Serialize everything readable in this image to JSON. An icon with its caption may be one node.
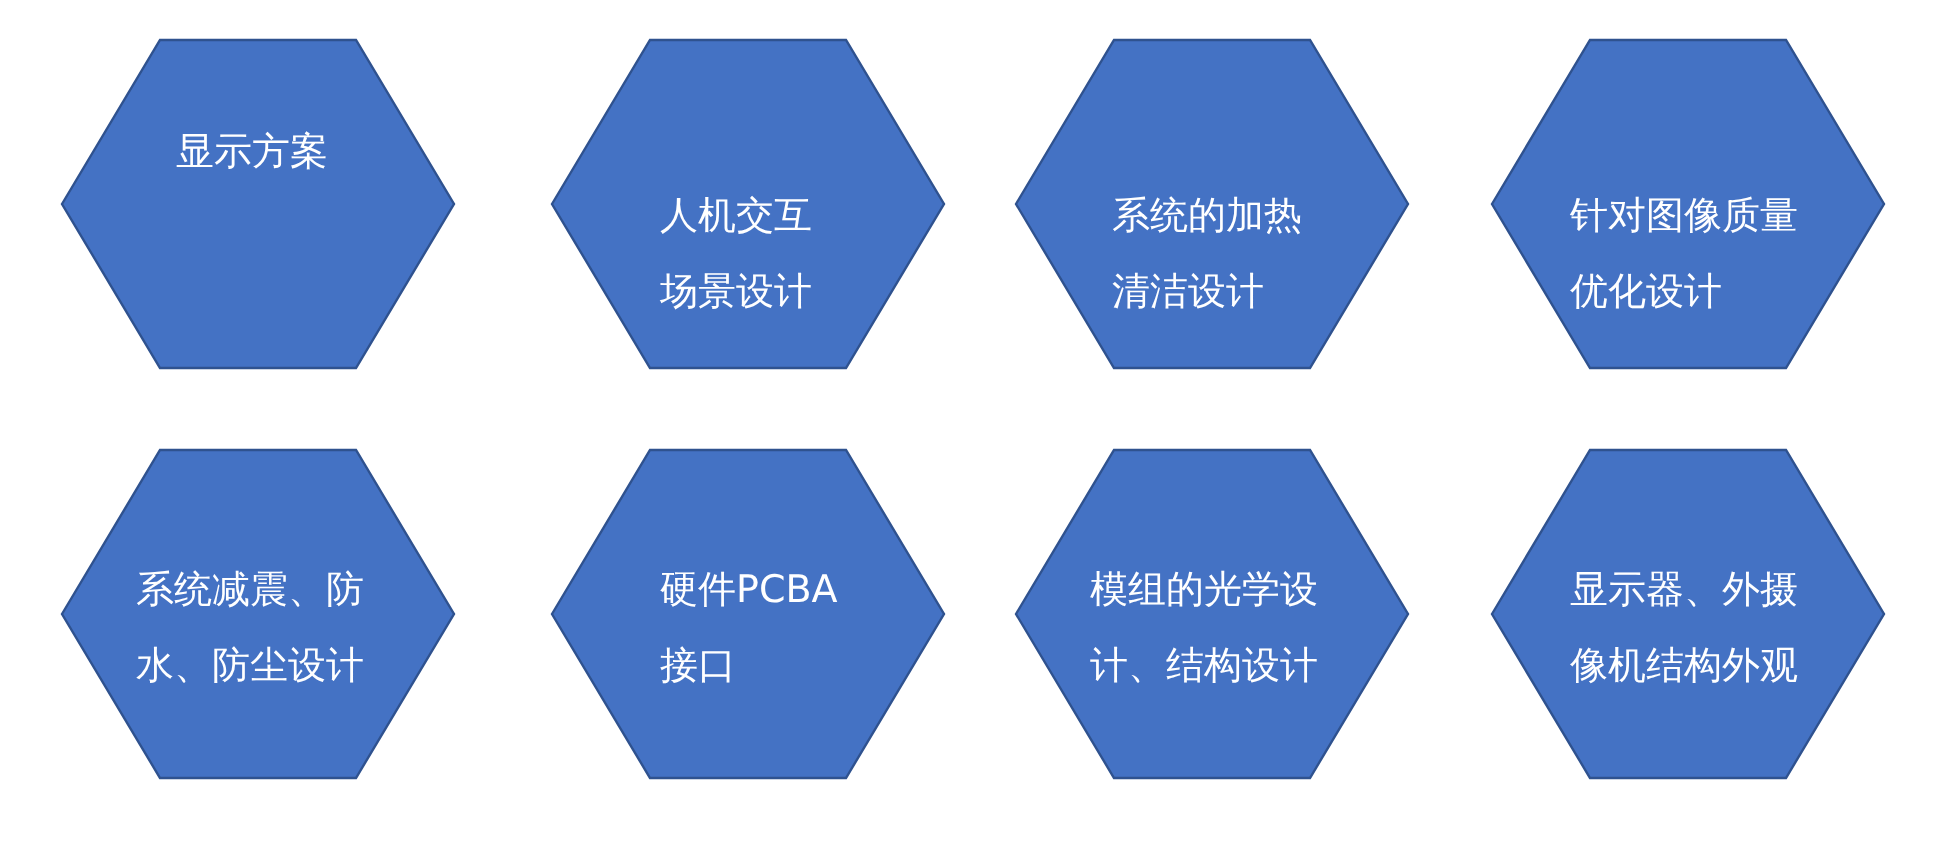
{
  "diagram": {
    "nodes": [
      {
        "text": [
          "显示方案"
        ]
      },
      {
        "text": [
          "人机交互场景设计"
        ]
      },
      {
        "text": [
          "系统的加热清洁设计"
        ]
      },
      {
        "text": [
          "针对图像质量优化设计"
        ]
      },
      {
        "text": [
          "系统减震、防水、防尘设计"
        ]
      },
      {
        "text": [
          "硬件PCBA接口"
        ]
      },
      {
        "text": [
          "模组的光学设计、结构设计"
        ]
      },
      {
        "text": [
          "显示器、外摄像机结构外观"
        ]
      }
    ]
  }
}
